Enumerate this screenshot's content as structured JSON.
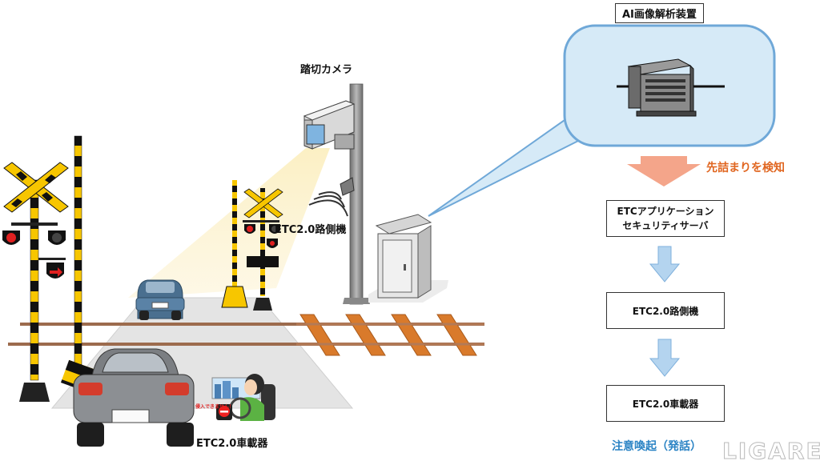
{
  "labels": {
    "ai_device": "AI画像解析装置",
    "camera": "踏切カメラ",
    "roadside_unit_left": "ETC2.0路側機",
    "onboard_unit_left": "ETC2.0車載器",
    "detect": "先詰まりを検知",
    "dash_warning": "侵入できません！",
    "alert": "注意喚起（発話）"
  },
  "flow": {
    "server_line1": "ETCアプリケーション",
    "server_line2": "セキュリティサーバ",
    "roadside": "ETC2.0路側機",
    "onboard": "ETC2.0車載器"
  },
  "watermark": "LIGARE",
  "colors": {
    "bubble_fill": "#d6eaf7",
    "bubble_stroke": "#6fa8d8",
    "arrow_orange": "#f4a58a",
    "arrow_blue": "#b4d4ef",
    "accent_orange": "#e0651f",
    "accent_blue": "#2a83c4"
  },
  "icons": [
    "railroad-crossing-sign-icon",
    "camera-icon",
    "antenna-icon",
    "car-icon",
    "driver-icon",
    "stop-sign-icon",
    "server-icon"
  ]
}
